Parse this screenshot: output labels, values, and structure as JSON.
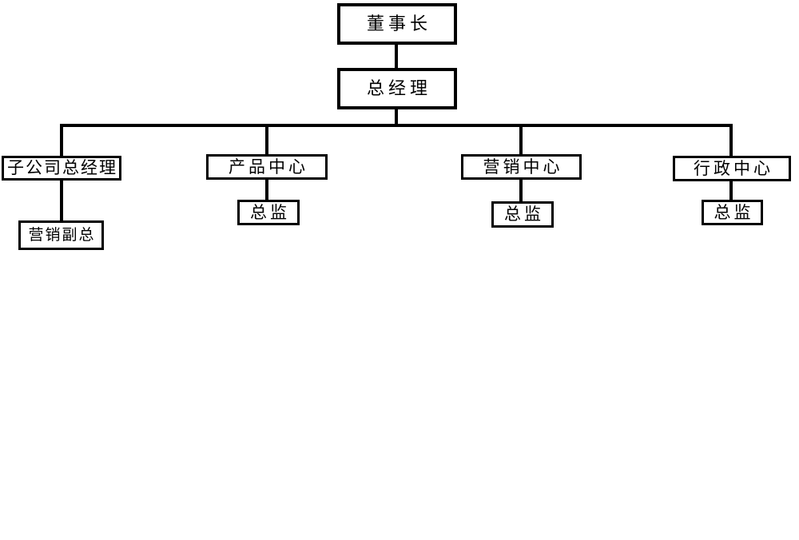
{
  "org_chart": {
    "type": "org-chart",
    "colors": {
      "background": "#ffffff",
      "line": "#000000",
      "box_border": "#000000",
      "text": "#000000"
    },
    "nodes": {
      "chairman": {
        "label": "董事长",
        "level": 1
      },
      "general_manager": {
        "label": "总经理",
        "level": 2
      },
      "subsidiary_gm": {
        "label": "子公司总经理",
        "level": 3
      },
      "product_center": {
        "label": "产品中心",
        "level": 3
      },
      "marketing_center": {
        "label": "营销中心",
        "level": 3
      },
      "admin_center": {
        "label": "行政中心",
        "level": 3
      },
      "marketing_vp": {
        "label": "营销副总",
        "level": 4
      },
      "product_director": {
        "label": "总监",
        "level": 4
      },
      "marketing_director": {
        "label": "总监",
        "level": 4
      },
      "admin_director": {
        "label": "总监",
        "level": 4
      }
    },
    "edges": [
      {
        "from": "董事长",
        "to": "总经理"
      },
      {
        "from": "总经理",
        "to": "子公司总经理"
      },
      {
        "from": "总经理",
        "to": "产品中心"
      },
      {
        "from": "总经理",
        "to": "营销中心"
      },
      {
        "from": "总经理",
        "to": "行政中心"
      },
      {
        "from": "子公司总经理",
        "to": "营销副总"
      },
      {
        "from": "产品中心",
        "to": "总监"
      },
      {
        "from": "营销中心",
        "to": "总监"
      },
      {
        "from": "行政中心",
        "to": "总监"
      }
    ]
  }
}
